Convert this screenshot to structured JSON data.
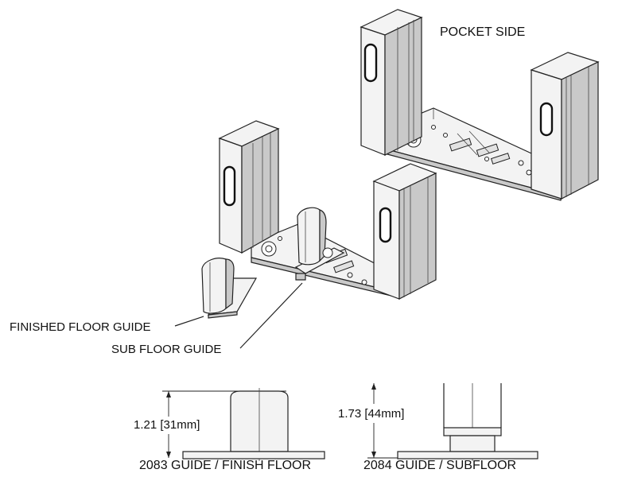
{
  "labels": {
    "pocket_side": "POCKET SIDE",
    "finished_floor_guide": "FINISHED FLOOR GUIDE",
    "sub_floor_guide": "SUB FLOOR GUIDE",
    "dim_2083": "1.21 [31mm]",
    "dim_2084": "1.73 [44mm]",
    "caption_2083": "2083 GUIDE / FINISH FLOOR",
    "caption_2084": "2084 GUIDE / SUBFLOOR"
  }
}
